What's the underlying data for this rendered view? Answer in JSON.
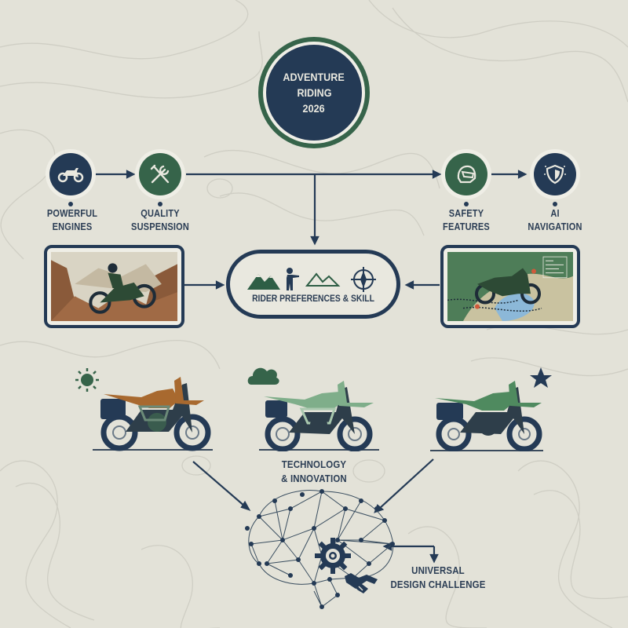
{
  "title": {
    "lines": [
      "ADVENTURE",
      "RIDING",
      "2026"
    ]
  },
  "features": [
    {
      "id": "powerful-engines",
      "lines": [
        "POWERFUL",
        "ENGINES"
      ],
      "icon": "motorcycle-icon",
      "style": "navy"
    },
    {
      "id": "quality-suspension",
      "lines": [
        "QUALITY",
        "SUSPENSION"
      ],
      "icon": "wrench-screwdriver-icon",
      "style": "green"
    },
    {
      "id": "safety-features",
      "lines": [
        "SAFETY",
        "FEATURES"
      ],
      "icon": "helmet-icon",
      "style": "green"
    },
    {
      "id": "ai-navigation",
      "lines": [
        "AI",
        "NAVIGATION"
      ],
      "icon": "shield-icon",
      "style": "navy"
    }
  ],
  "center_hub": {
    "label": "RIDER PREFERENCES & SKILL",
    "icons": [
      "mountains-icon",
      "person-pointing-icon",
      "mountains-outline-icon",
      "compass-icon"
    ]
  },
  "cards": {
    "left": {
      "description": "rider on green adventure bike climbing rocky mountain terrain"
    },
    "right": {
      "description": "green adventure bike over topographic map with lake and route markers"
    }
  },
  "bikes": [
    {
      "id": "bike-1",
      "color": "#a8692f",
      "weather_icon": "sun-icon"
    },
    {
      "id": "bike-2",
      "color": "#7fae8a",
      "weather_icon": "cloud-icon",
      "label_lines": [
        "TECHNOLOGY",
        "& INNOVATION"
      ]
    },
    {
      "id": "bike-3",
      "color": "#4f8a5f",
      "weather_icon": "star-icon"
    }
  ],
  "brain": {
    "icons": [
      "network-brain-icon",
      "gear-icon",
      "handshake-icon"
    ],
    "label_lines": [
      "UNIVERSAL",
      "DESIGN CHALLENGE"
    ]
  },
  "colors": {
    "background": "#e3e2d8",
    "navy": "#243a55",
    "green": "#36644a",
    "light_green": "#7fae8a",
    "tan": "#a8692f",
    "ring": "#efeee6"
  }
}
